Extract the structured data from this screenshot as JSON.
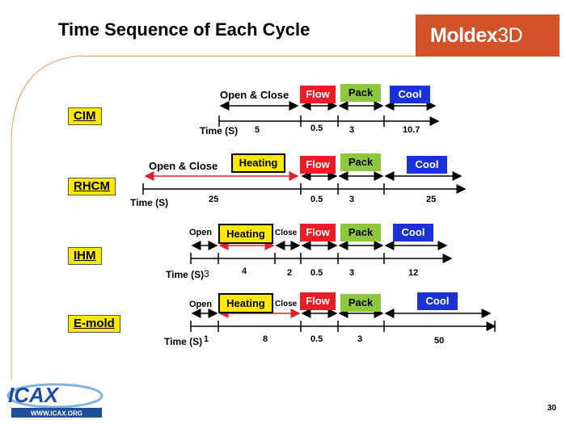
{
  "title": "Time Sequence of Each Cycle",
  "brand": {
    "name_bold": "Moldex",
    "name_light": "3D",
    "color": "#d2522a"
  },
  "page_number": "30",
  "footer_logo": {
    "name": "ICAX",
    "url_text": "WWW.ICAX.ORG"
  },
  "colors": {
    "flow": "#ee1c24",
    "pack": "#8dc63f",
    "cool": "#1b33d6",
    "heating": "#ffe800",
    "label_bg": "#ffe800"
  },
  "rows": {
    "cim": {
      "label": "CIM",
      "open_close": "Open & Close",
      "flow": "Flow",
      "pack": "Pack",
      "cool": "Cool",
      "time_label": "Time (S)",
      "times": [
        "5",
        "0.5",
        "3",
        "10.7"
      ]
    },
    "rhcm": {
      "label": "RHCM",
      "open_close": "Open & Close",
      "heating": "Heating",
      "flow": "Flow",
      "pack": "Pack",
      "cool": "Cool",
      "time_label": "Time (S)",
      "times": [
        "25",
        "0.5",
        "3",
        "25"
      ]
    },
    "ihm": {
      "label": "IHM",
      "open": "Open",
      "close": "Close",
      "heating": "Heating",
      "flow": "Flow",
      "pack": "Pack",
      "cool": "Cool",
      "time_label": "Time (S)",
      "times": [
        "3",
        "4",
        "2",
        "0.5",
        "3",
        "12"
      ]
    },
    "emold": {
      "label": "E-mold",
      "open": "Open",
      "close": "Close",
      "heating": "Heating",
      "flow": "Flow",
      "pack": "Pack",
      "cool": "Cool",
      "time_label": "Time (S)",
      "times": [
        "1",
        "8",
        "0.5",
        "3",
        "50"
      ]
    }
  }
}
